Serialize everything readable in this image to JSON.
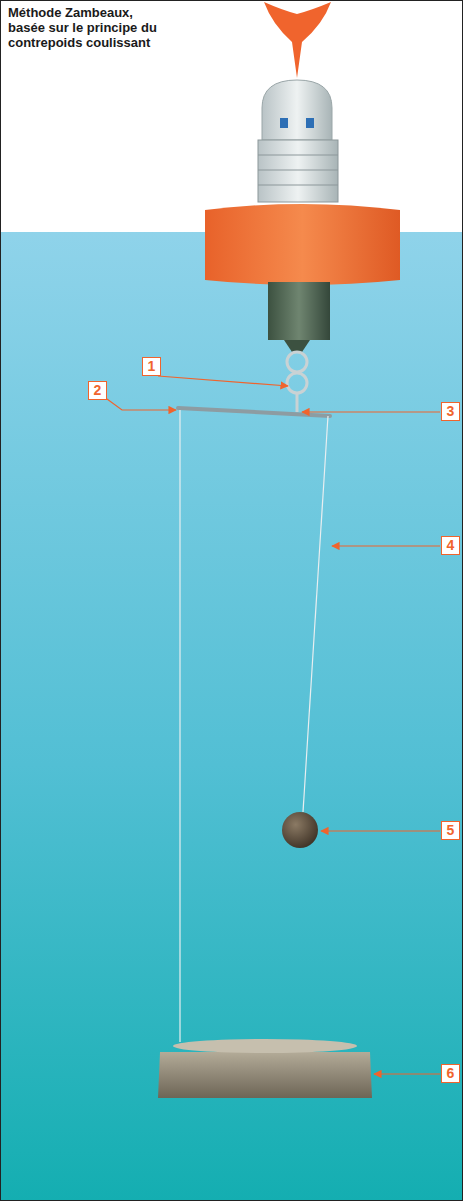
{
  "diagram": {
    "title": "Méthode Zambeaux, basée sur le principe du contrepoids coulissant",
    "labels": [
      "1",
      "2",
      "3",
      "4",
      "5",
      "6"
    ]
  }
}
